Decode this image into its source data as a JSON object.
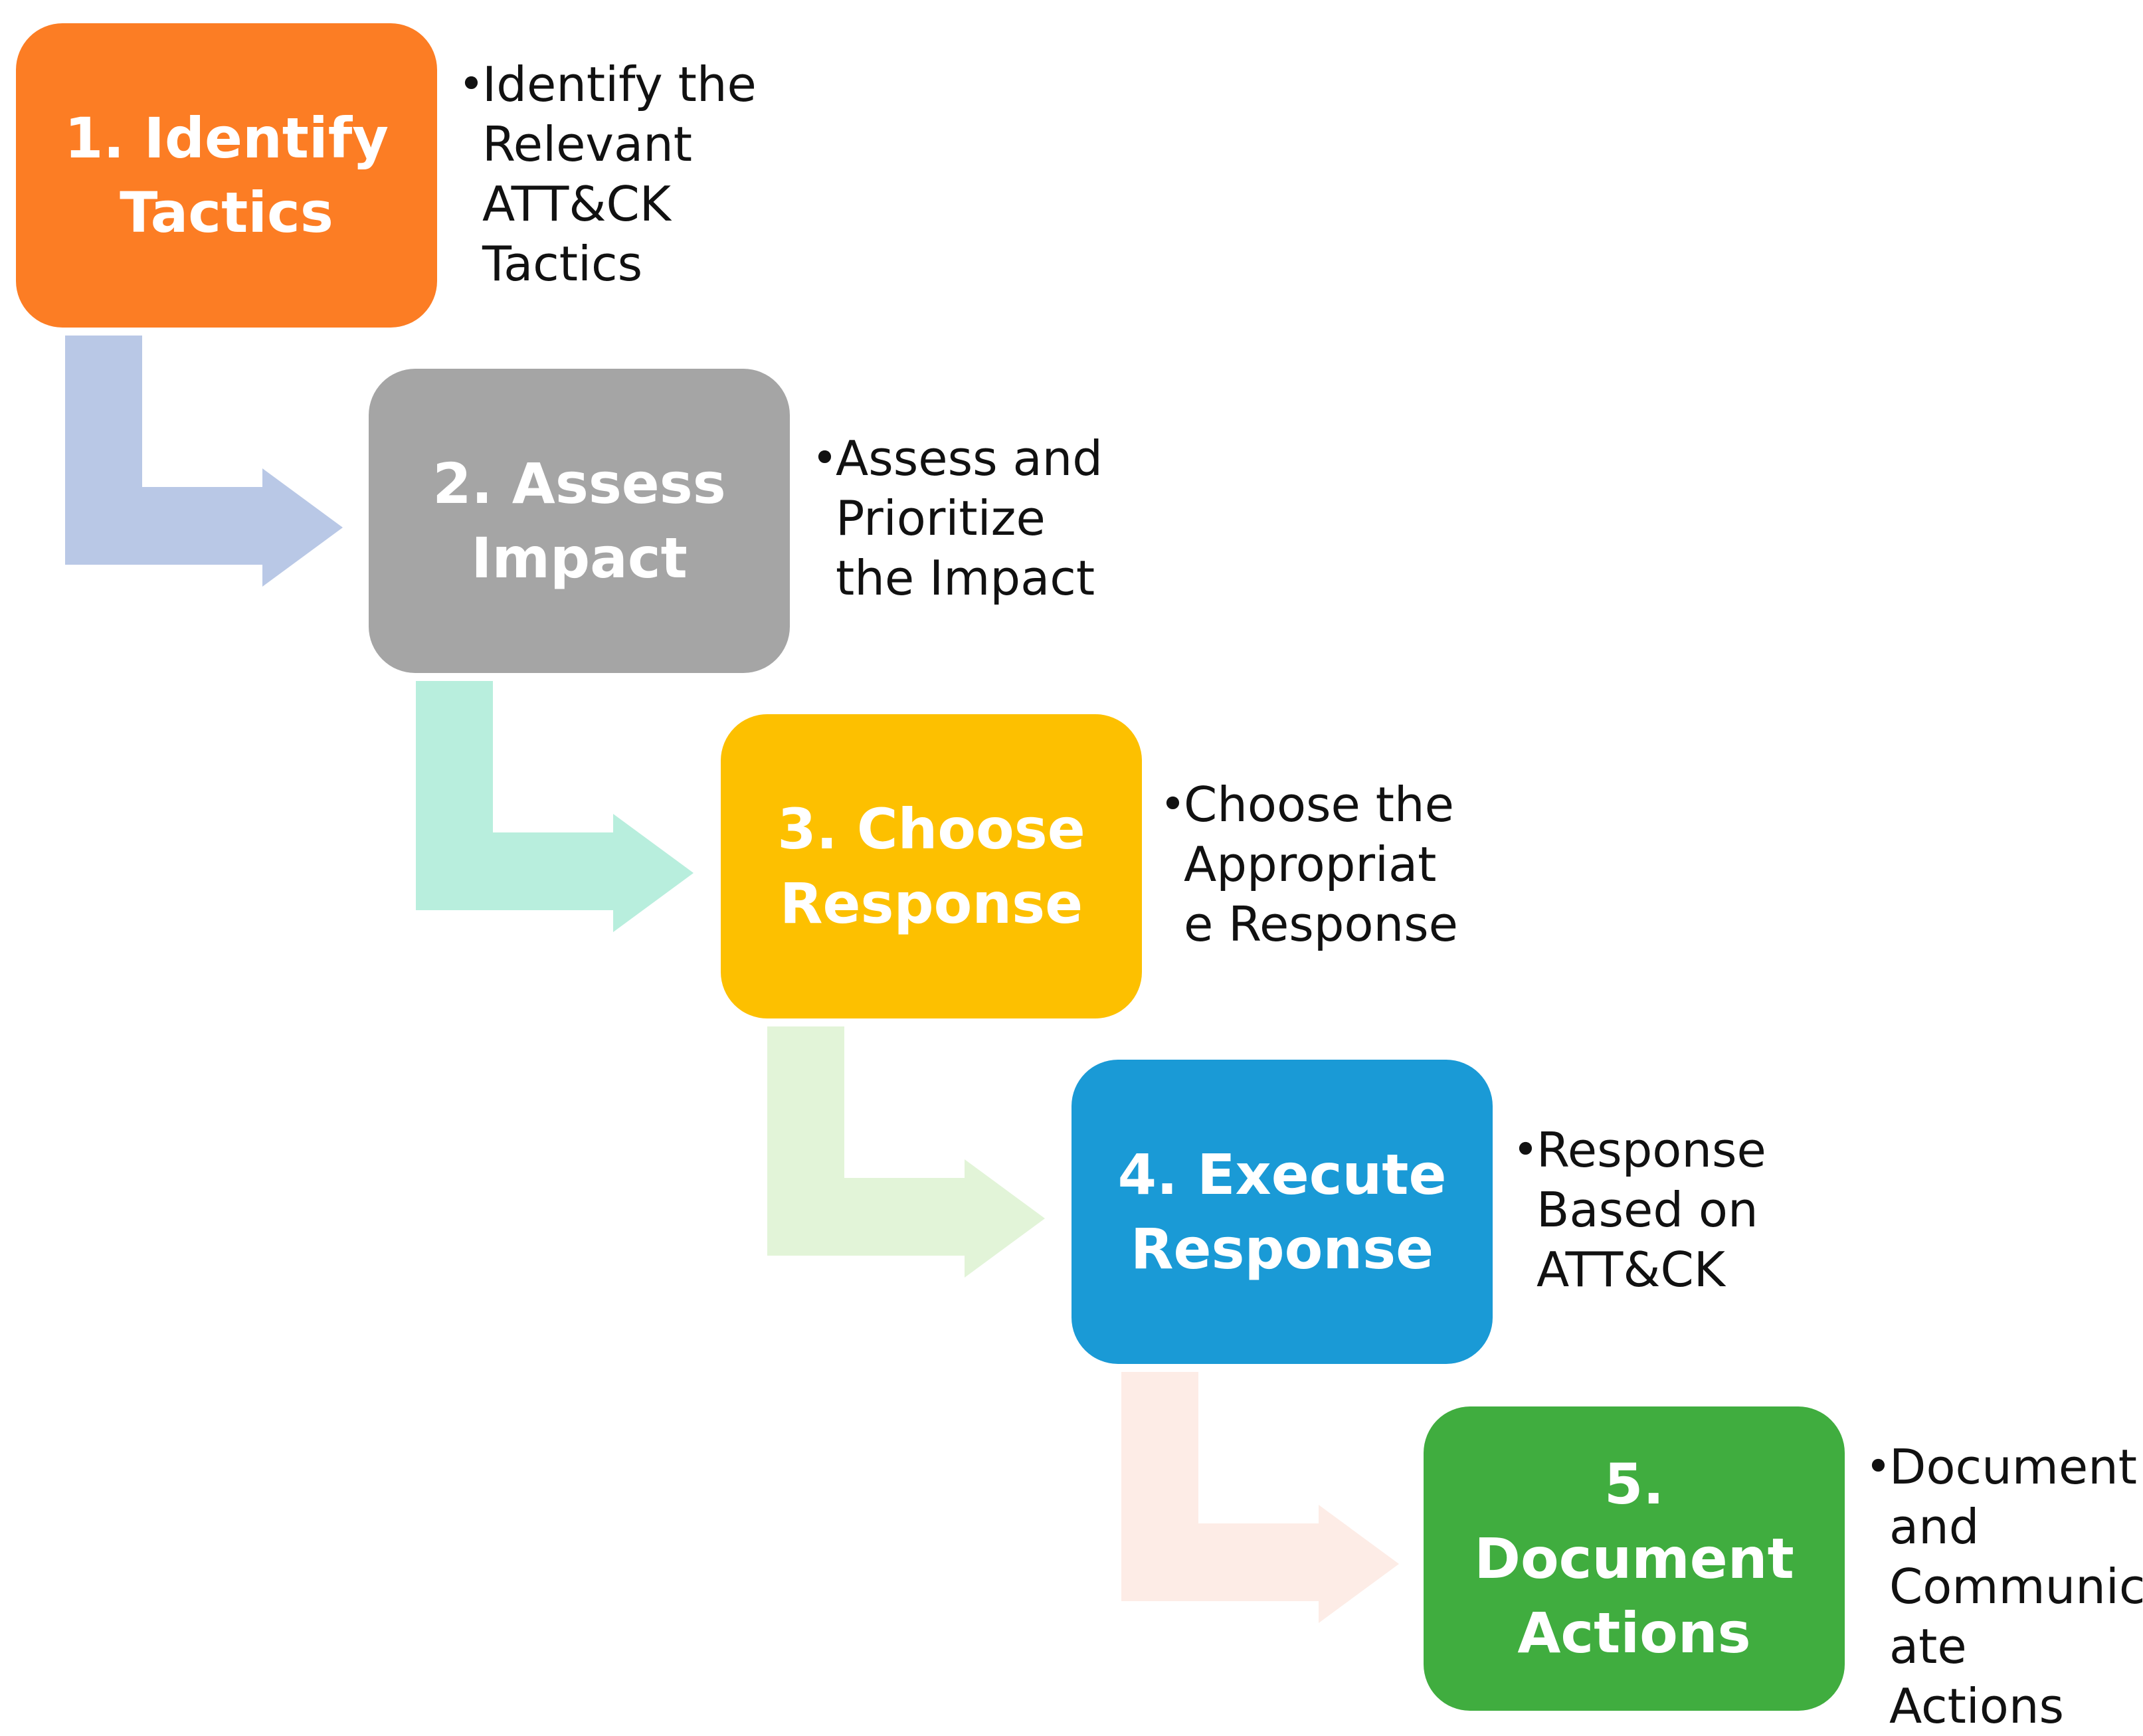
{
  "steps": [
    {
      "title": "1. Identify\nTactics",
      "bullet": "•",
      "description": "Identify the\nRelevant\nATT&CK\nTactics",
      "color": "#FC7D24"
    },
    {
      "title": "2. Assess\nImpact",
      "bullet": "•",
      "description": "Assess and\nPrioritize\nthe Impact",
      "color": "#A5A5A5"
    },
    {
      "title": "3. Choose\nResponse",
      "bullet": "•",
      "description": "Choose the\nAppropriat\ne Response",
      "color": "#FDC000"
    },
    {
      "title": "4. Execute\nResponse",
      "bullet": "•",
      "description": "Response\nBased on\nATT&CK",
      "color": "#1A9AD6"
    },
    {
      "title": "5. Document\nActions",
      "bullet": "•",
      "description": "Document\nand\nCommunic\nate Actions",
      "color": "#40AD3F"
    }
  ],
  "connectors": [
    {
      "color": "#B9C8E6"
    },
    {
      "color": "#B8EEDD"
    },
    {
      "color": "#E2F4D8"
    },
    {
      "color": "#FDECE6"
    }
  ]
}
